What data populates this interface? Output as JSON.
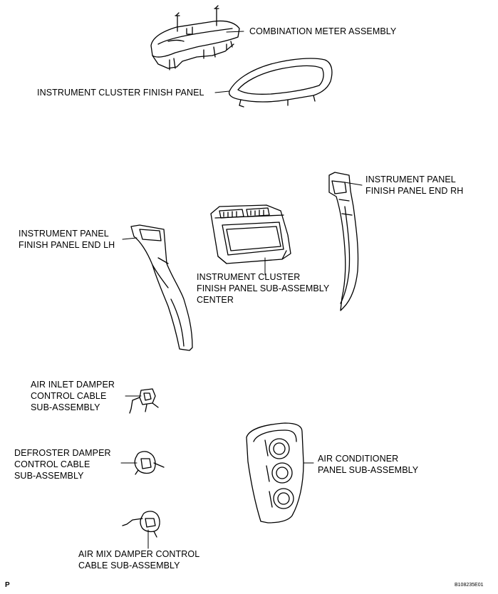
{
  "labels": {
    "combination_meter": [
      "COMBINATION METER ASSEMBLY"
    ],
    "cluster_finish_panel": [
      "INSTRUMENT CLUSTER FINISH PANEL"
    ],
    "finish_end_rh": [
      "INSTRUMENT PANEL",
      "FINISH PANEL END RH"
    ],
    "finish_end_lh": [
      "INSTRUMENT PANEL",
      "FINISH PANEL END LH"
    ],
    "cluster_center": [
      "INSTRUMENT CLUSTER",
      "FINISH PANEL SUB-ASSEMBLY",
      "CENTER"
    ],
    "air_inlet": [
      "AIR INLET DAMPER",
      "CONTROL CABLE",
      "SUB-ASSEMBLY"
    ],
    "defroster": [
      "DEFROSTER DAMPER",
      "CONTROL CABLE",
      "SUB-ASSEMBLY"
    ],
    "air_conditioner": [
      "AIR CONDITIONER",
      "PANEL SUB-ASSEMBLY"
    ],
    "air_mix": [
      "AIR MIX DAMPER CONTROL",
      "CABLE SUB-ASSEMBLY"
    ]
  },
  "corner_mark": "P",
  "figure_code": "B108235E01"
}
